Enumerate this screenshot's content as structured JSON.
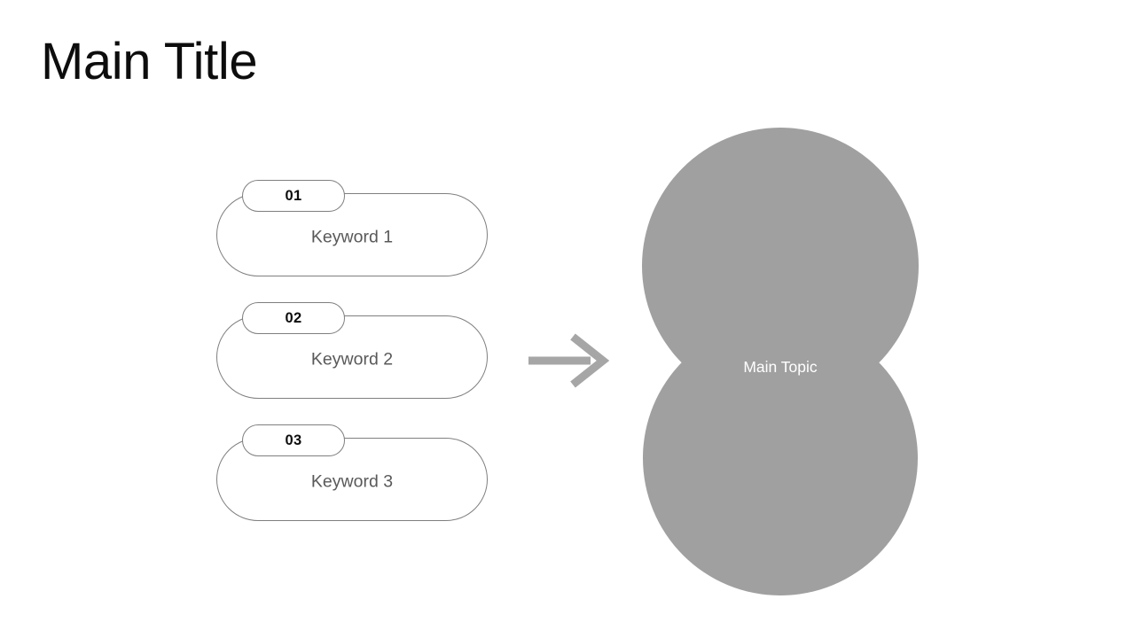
{
  "slide": {
    "title": "Main Title",
    "background_color": "#FFFFFF"
  },
  "colors": {
    "title_text": "#0D0D0D",
    "card_border": "#7F7F7F",
    "card_fill": "#FFFFFF",
    "card_text": "#595959",
    "badge_text": "#0D0D0D",
    "arrow": "#A6A6A6",
    "topic_shape": "#A0A0A0",
    "topic_text": "#FFFFFF"
  },
  "cards": [
    {
      "number": "01",
      "label": "Keyword 1"
    },
    {
      "number": "02",
      "label": "Keyword 2"
    },
    {
      "number": "03",
      "label": "Keyword 3"
    }
  ],
  "arrow": {
    "icon": "arrow-right-icon",
    "direction": "right"
  },
  "topic": {
    "label": "Main Topic",
    "shape": "figure-eight"
  }
}
